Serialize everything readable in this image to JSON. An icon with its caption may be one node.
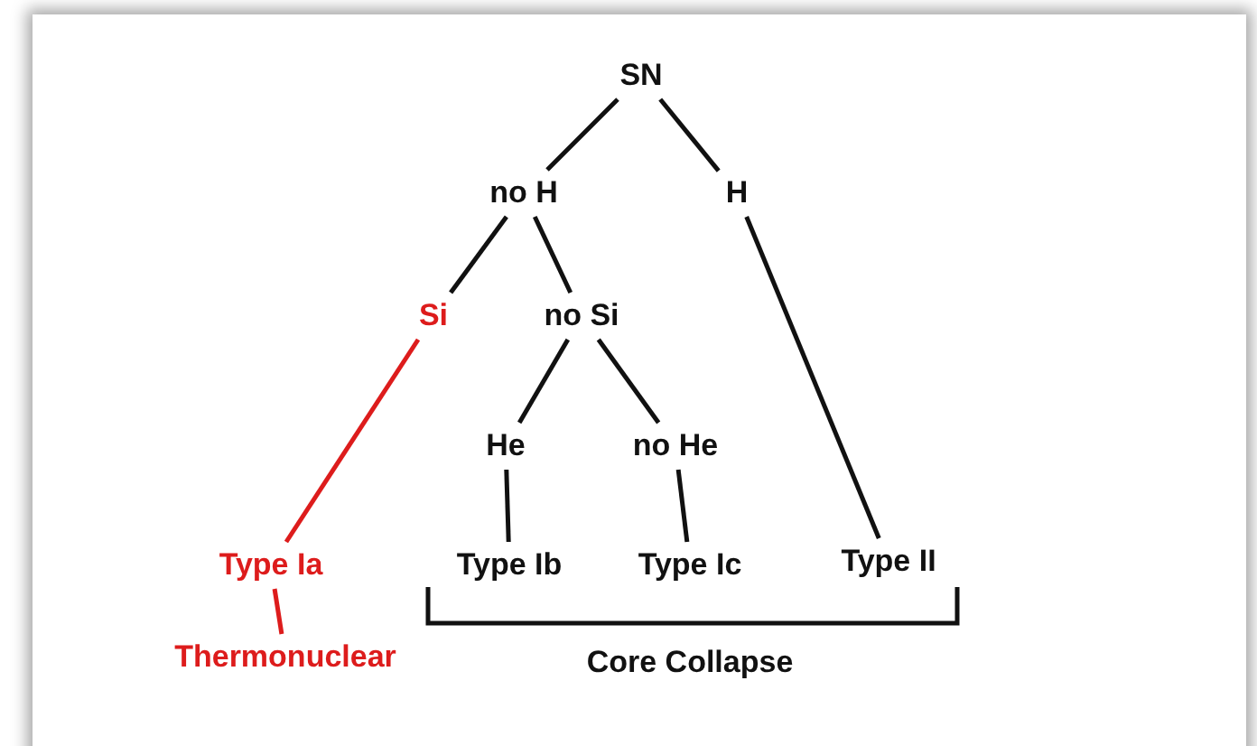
{
  "diagram": {
    "nodes": [
      {
        "text": [
          "SN"
        ]
      },
      {
        "text": [
          "no H"
        ]
      },
      {
        "text": [
          "H"
        ]
      },
      {
        "text": [
          "Si"
        ]
      },
      {
        "text": [
          "no Si"
        ]
      },
      {
        "text": [
          "He"
        ]
      },
      {
        "text": [
          "no He"
        ]
      },
      {
        "text": [
          "Type Ia"
        ]
      },
      {
        "text": [
          "Type Ib"
        ]
      },
      {
        "text": [
          "Type Ic"
        ]
      },
      {
        "text": [
          "Type II"
        ]
      },
      {
        "text": [
          "Thermonuclear"
        ]
      }
    ],
    "edges": [
      {
        "from": 0,
        "to": 1,
        "arrow": "none"
      },
      {
        "from": 0,
        "to": 2,
        "arrow": "none"
      },
      {
        "from": 1,
        "to": 3,
        "arrow": "none"
      },
      {
        "from": 1,
        "to": 4,
        "arrow": "none"
      },
      {
        "from": 2,
        "to": 10,
        "arrow": "none"
      },
      {
        "from": 3,
        "to": 7,
        "arrow": "none",
        "color": "#dd1c1c"
      },
      {
        "from": 4,
        "to": 5,
        "arrow": "none"
      },
      {
        "from": 4,
        "to": 6,
        "arrow": "none"
      },
      {
        "from": 5,
        "to": 8,
        "arrow": "none"
      },
      {
        "from": 6,
        "to": 9,
        "arrow": "none"
      },
      {
        "from": 7,
        "to": 11,
        "arrow": "none",
        "color": "#dd1c1c"
      }
    ],
    "labels": [
      "Core Collapse"
    ]
  }
}
